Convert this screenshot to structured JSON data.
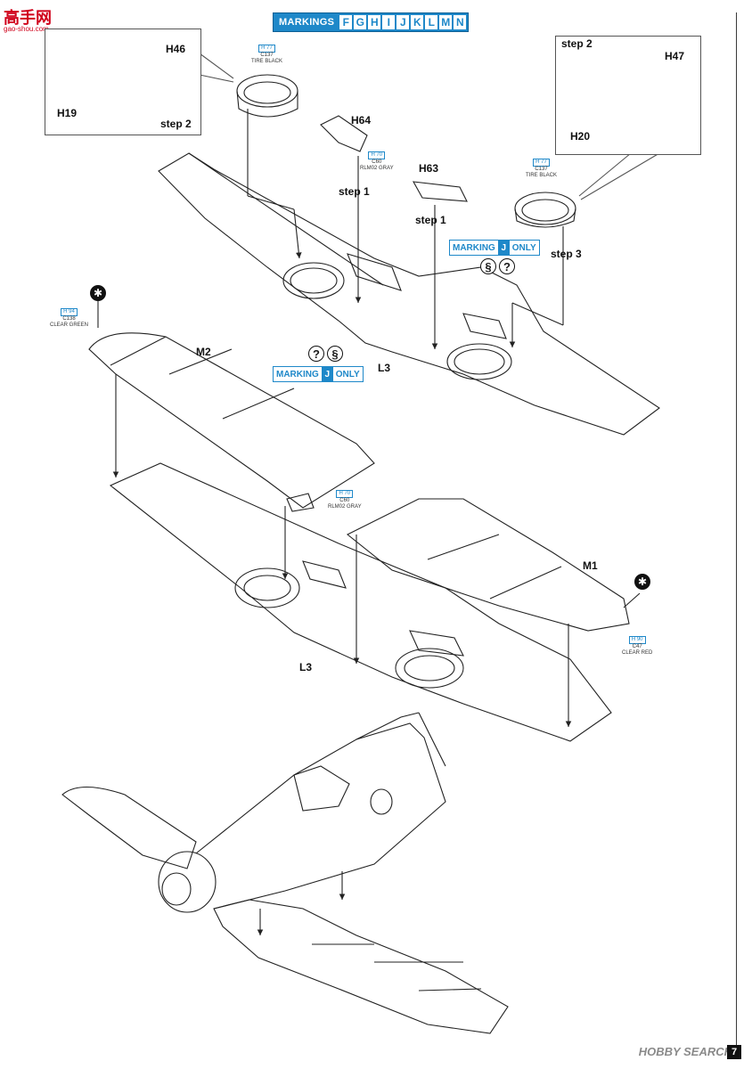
{
  "watermark": {
    "logo": "高手网",
    "url": "gao-shou.com"
  },
  "markings_header": {
    "title": "MARKINGS",
    "letters": [
      "F",
      "G",
      "H",
      "I",
      "J",
      "K",
      "L",
      "M",
      "N"
    ]
  },
  "parts": {
    "h46": "H46",
    "h19": "H19",
    "h47": "H47",
    "h20": "H20",
    "h64": "H64",
    "h63": "H63",
    "m2": "M2",
    "m1": "M1",
    "l3_top": "L3",
    "l3_bottom": "L3"
  },
  "steps": {
    "box_left": "step 2",
    "box_right": "step 2",
    "h64_step": "step 1",
    "h63_step": "step 1",
    "ring_right": "step 3"
  },
  "paint_callouts": [
    {
      "h": "H 77",
      "c": "C137",
      "name": "TIRE BLACK"
    },
    {
      "h": "H 70",
      "c": "C60",
      "name": "RLM02 GRAY"
    },
    {
      "h": "H 77",
      "c": "C137",
      "name": "TIRE BLACK"
    },
    {
      "h": "H 94",
      "c": "C138",
      "name": "CLEAR GREEN"
    },
    {
      "h": "H 70",
      "c": "C60",
      "name": "RLM02 GRAY"
    },
    {
      "h": "H 90",
      "c": "C47",
      "name": "CLEAR RED"
    }
  ],
  "marking_only": {
    "word": "MARKING",
    "letter": "J",
    "suffix": "ONLY"
  },
  "symbols": {
    "question": "?",
    "paint": "§"
  },
  "footer": {
    "brand": "HOBBY SEARCH",
    "page": "7"
  },
  "colors": {
    "accent": "#1e88c9",
    "watermark": "#d0021b"
  }
}
